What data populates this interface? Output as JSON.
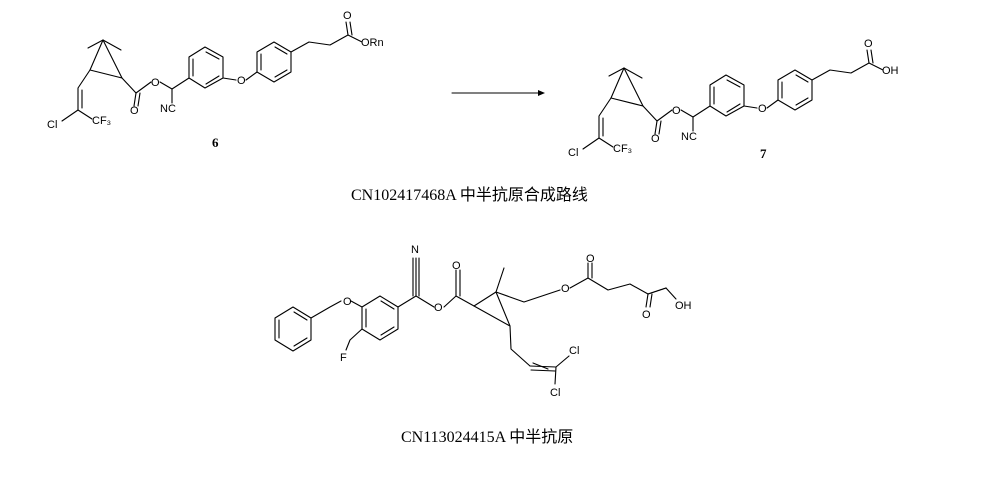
{
  "scheme1": {
    "reactant_label": "6",
    "product_label": "7",
    "caption": "CN102417468A 中半抗原合成路线"
  },
  "scheme2": {
    "caption": "CN113024415A 中半抗原"
  },
  "atoms": {
    "cl": "Cl",
    "cf3": "CF₃",
    "nc": "NC",
    "o": "O",
    "orn": "ORn",
    "oh": "OH",
    "n": "N",
    "f": "F"
  }
}
